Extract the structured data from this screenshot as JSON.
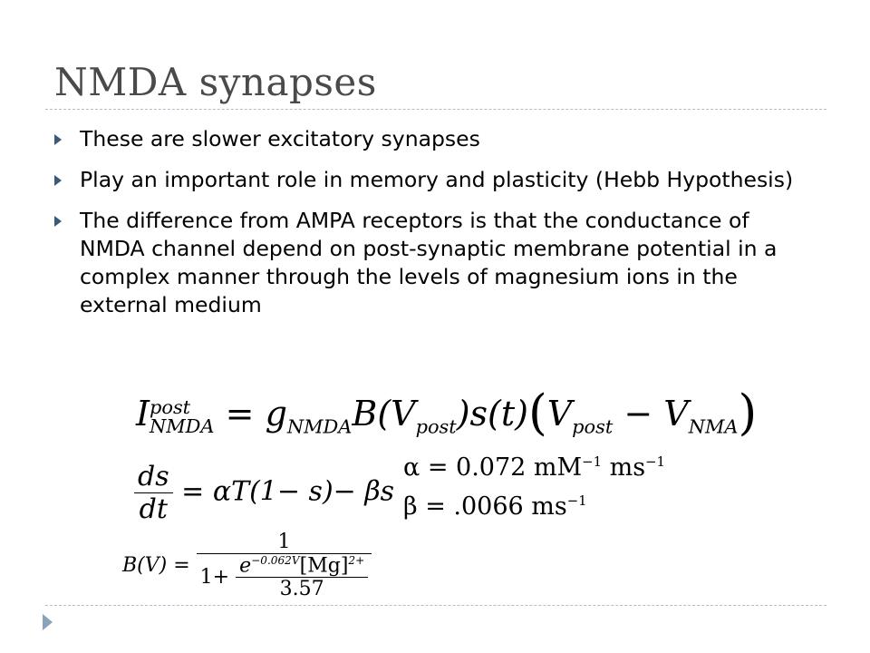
{
  "slide": {
    "title": "NMDA synapses",
    "bullets": [
      "These are slower excitatory synapses",
      "Play an important role in memory and plasticity (Hebb Hypothesis)",
      "The difference from AMPA receptors is that the conductance of NMDA channel depend on post-synaptic membrane potential in a complex manner through the levels of magnesium ions in the external medium"
    ]
  },
  "equations": {
    "current": {
      "lhs_symbol": "I",
      "lhs_sup": "post",
      "lhs_sub": "NMDA",
      "g_symbol": "g",
      "g_sub": "NMDA",
      "b_expr": "B(V",
      "b_sub": "post",
      "b_close": ")s(t)",
      "paren_open": "(",
      "v1": "V",
      "v1_sub": "post",
      "minus": " − V",
      "v2_sub": "NMA",
      "paren_close": ")"
    },
    "kinetics": {
      "numerator": "ds",
      "denominator": "dt",
      "rhs": "= αT(1− s)− βs"
    },
    "magnesium": {
      "lhs": "B(V) =",
      "numerator": "1",
      "one_plus": "1+",
      "exp_base": "e",
      "exp_power": "−0.062V",
      "mg": "[Mg]",
      "mg_power": "2+",
      "divisor": "3.57"
    },
    "alpha": {
      "text": "α = 0.072 mM",
      "exp1": "−1",
      "unit": " ms",
      "exp2": "−1"
    },
    "beta": {
      "text": "β = .0066 ms",
      "exp": "−1"
    }
  }
}
